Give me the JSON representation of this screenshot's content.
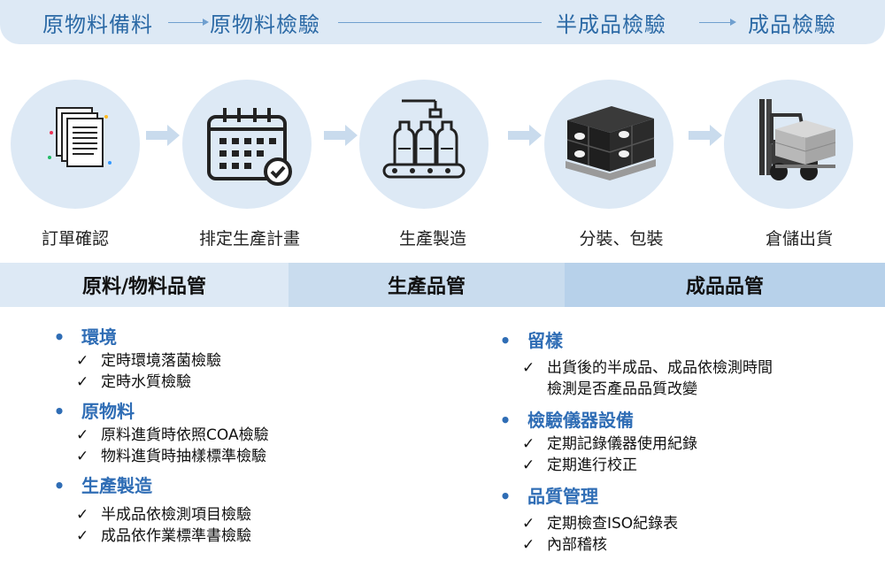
{
  "flow": {
    "stage1": "原物料備料",
    "stage2": "原物料檢驗",
    "stage3": "半成品檢驗",
    "stage4": "成品檢驗"
  },
  "steps": [
    {
      "label": "訂單確認",
      "icon": "documents-icon"
    },
    {
      "label": "排定生產計畫",
      "icon": "calendar-check-icon"
    },
    {
      "label": "生產製造",
      "icon": "bottling-line-icon"
    },
    {
      "label": "分裝、包裝",
      "icon": "boxed-pallet-icon"
    },
    {
      "label": "倉儲出貨",
      "icon": "forklift-icon"
    }
  ],
  "categories": [
    {
      "label": "原料/物料品管"
    },
    {
      "label": "生產品管"
    },
    {
      "label": "成品品管"
    }
  ],
  "left_sections": [
    {
      "title": "環境",
      "items": [
        "定時環境落菌檢驗",
        "定時水質檢驗"
      ]
    },
    {
      "title": "原物料",
      "items": [
        "原料進貨時依照COA檢驗",
        "物料進貨時抽樣標準檢驗"
      ]
    },
    {
      "title": "生產製造",
      "items": [
        "半成品依檢測項目檢驗",
        "成品依作業標準書檢驗"
      ]
    }
  ],
  "right_sections": [
    {
      "title": "留樣",
      "items": [
        "出貨後的半成品、成品依檢測時間",
        "檢測是否產品品質改變"
      ]
    },
    {
      "title": "檢驗儀器設備",
      "items": [
        "定期記錄儀器使用紀錄",
        "定期進行校正"
      ]
    },
    {
      "title": "品質管理",
      "items": [
        "定期檢查ISO紀錄表",
        "內部稽核"
      ]
    }
  ],
  "glyphs": {
    "bullet": "•",
    "check": "✓"
  },
  "colors": {
    "accent": "#2f6db5",
    "banner": "#dde9f5",
    "cat_light": "#dde9f5",
    "cat_mid": "#b7d1ea"
  }
}
